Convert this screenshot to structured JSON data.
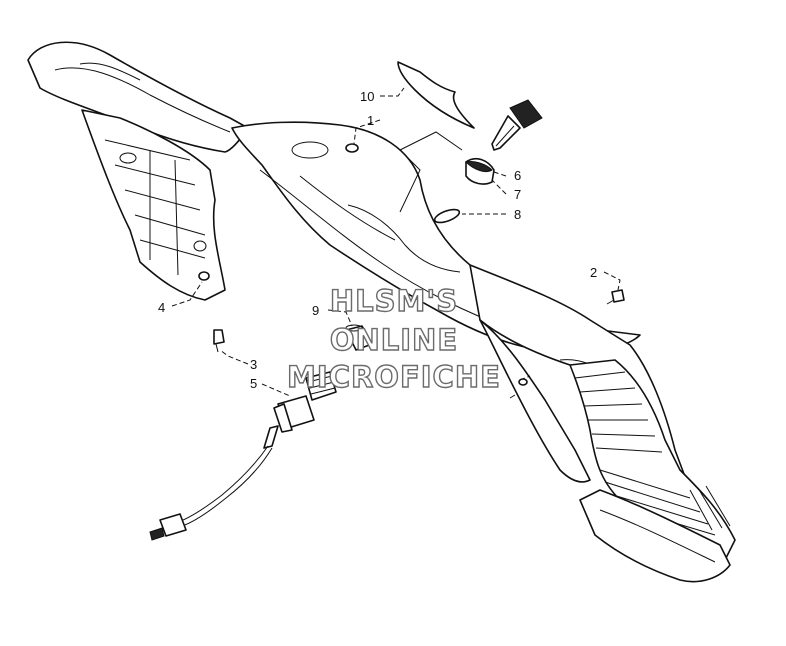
{
  "callouts": [
    {
      "id": "1",
      "label": "1"
    },
    {
      "id": "2",
      "label": "2"
    },
    {
      "id": "3",
      "label": "3"
    },
    {
      "id": "4",
      "label": "4"
    },
    {
      "id": "5",
      "label": "5"
    },
    {
      "id": "6",
      "label": "6"
    },
    {
      "id": "7",
      "label": "7"
    },
    {
      "id": "8",
      "label": "8"
    },
    {
      "id": "9",
      "label": "9"
    },
    {
      "id": "10",
      "label": "10"
    }
  ],
  "watermark": {
    "line1": "HLSM'S",
    "line2": "ONLINE",
    "line3": "MICROFICHE"
  }
}
